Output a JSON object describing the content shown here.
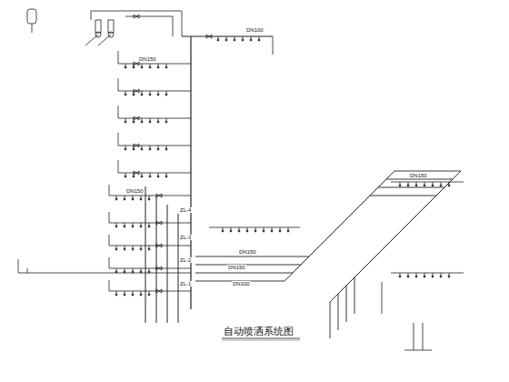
{
  "diagram": {
    "title": "自动喷洒系统图",
    "labels": [
      "DN150",
      "DN150",
      "DN150",
      "DN150",
      "DN150",
      "DN100",
      "DN100",
      "ZL-4",
      "ZL-3",
      "ZL-2",
      "ZL-1"
    ]
  }
}
